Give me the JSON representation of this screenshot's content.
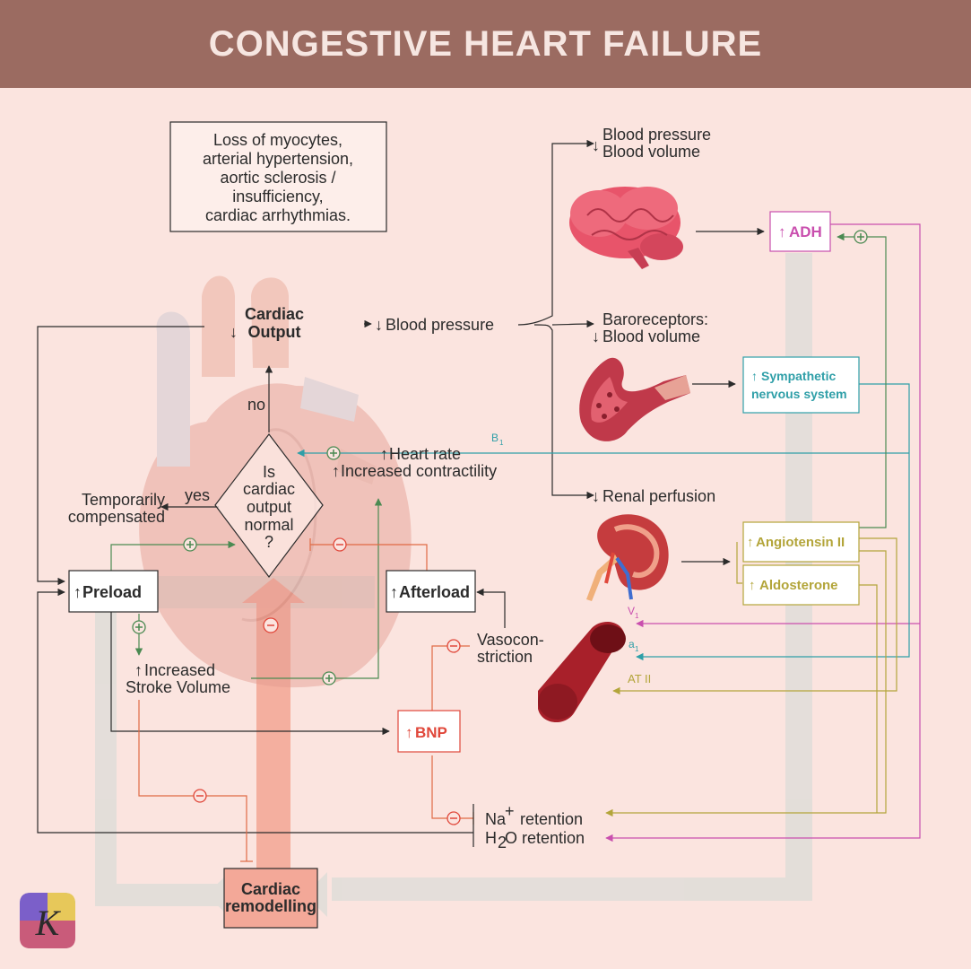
{
  "title": "CONGESTIVE HEART FAILURE",
  "causes": [
    "Loss of myocytes,",
    "arterial hypertension,",
    "aortic sclerosis /",
    "insufficiency,",
    "cardiac arrhythmias."
  ],
  "cardiac_output": [
    "Cardiac",
    "Output"
  ],
  "blood_pressure": "Blood pressure",
  "bp_bv_top": [
    "Blood pressure",
    "Blood volume"
  ],
  "baroreceptors": [
    "Baroreceptors:",
    "Blood volume"
  ],
  "renal_perfusion": "Renal perfusion",
  "adh": "ADH",
  "sympathetic": [
    "Sympathetic",
    "nervous system"
  ],
  "angiotensin": "Angiotensin II",
  "aldosterone": "Aldosterone",
  "heart_rate": "Heart rate",
  "contractility": "Increased contractility",
  "beta1_label": "B",
  "beta1_sub": "1",
  "decision": [
    "Is",
    "cardiac",
    "output",
    "normal",
    "?"
  ],
  "no_label": "no",
  "yes_label": "yes",
  "compensated": [
    "Temporarily",
    "compensated"
  ],
  "preload": "Preload",
  "afterload": "Afterload",
  "stroke_volume": [
    "Increased",
    "Stroke Volume"
  ],
  "vasoconstriction": [
    "Vasocon-",
    "striction"
  ],
  "bnp": "BNP",
  "v1_label": "V",
  "v1_sub": "1",
  "a1_label": "a",
  "a1_sub": "1",
  "at2_label": "AT II",
  "na_retention": "retention",
  "na_sym": "Na",
  "na_sup": "+",
  "h2o_retention": "O retention",
  "h_sym": "H",
  "h_sub": "2",
  "remodelling": [
    "Cardiac",
    "remodelling"
  ],
  "logo_letter": "K",
  "colors": {
    "header": "#9b6b61",
    "background": "#fbe4df",
    "adh": "#c94fae",
    "sympathetic": "#2f9fa8",
    "raas": "#b3a53a",
    "bnp": "#e0473a",
    "positive": "#4b8a52",
    "negative": "#e06a44"
  }
}
